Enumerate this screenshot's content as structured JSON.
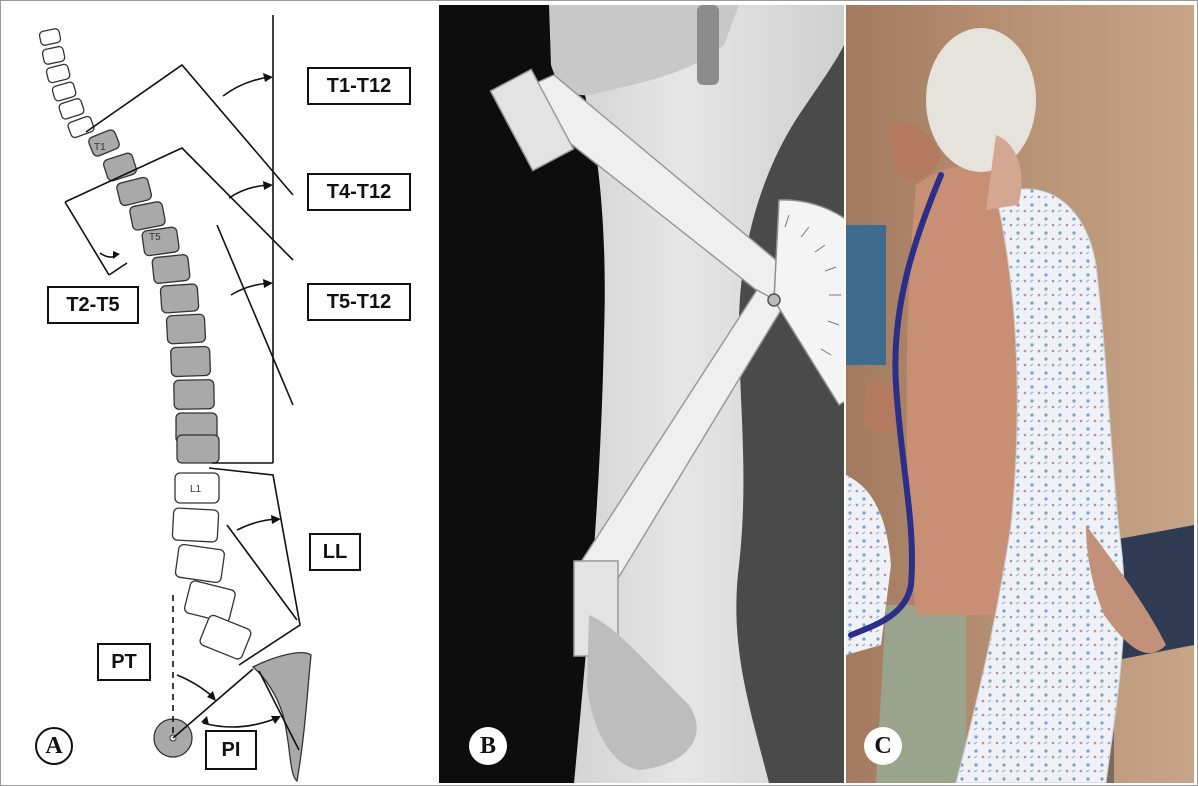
{
  "panels": {
    "a": {
      "badge": "A",
      "labels": {
        "t1_t12": "T1-T12",
        "t4_t12": "T4-T12",
        "t5_t12": "T5-T12",
        "t2_t5": "T2-T5",
        "ll": "LL",
        "pt": "PT",
        "pi": "PI"
      },
      "vertebra_labels": {
        "t1": "T1",
        "t5": "T5",
        "l1": "L1"
      }
    },
    "b": {
      "badge": "B"
    },
    "c": {
      "badge": "C"
    }
  },
  "colors": {
    "thoracic_fill": "#a9a9a9",
    "outline": "#111111",
    "flexicurve": "#2b2f8a",
    "gown_pattern": "#7f9fc4"
  }
}
